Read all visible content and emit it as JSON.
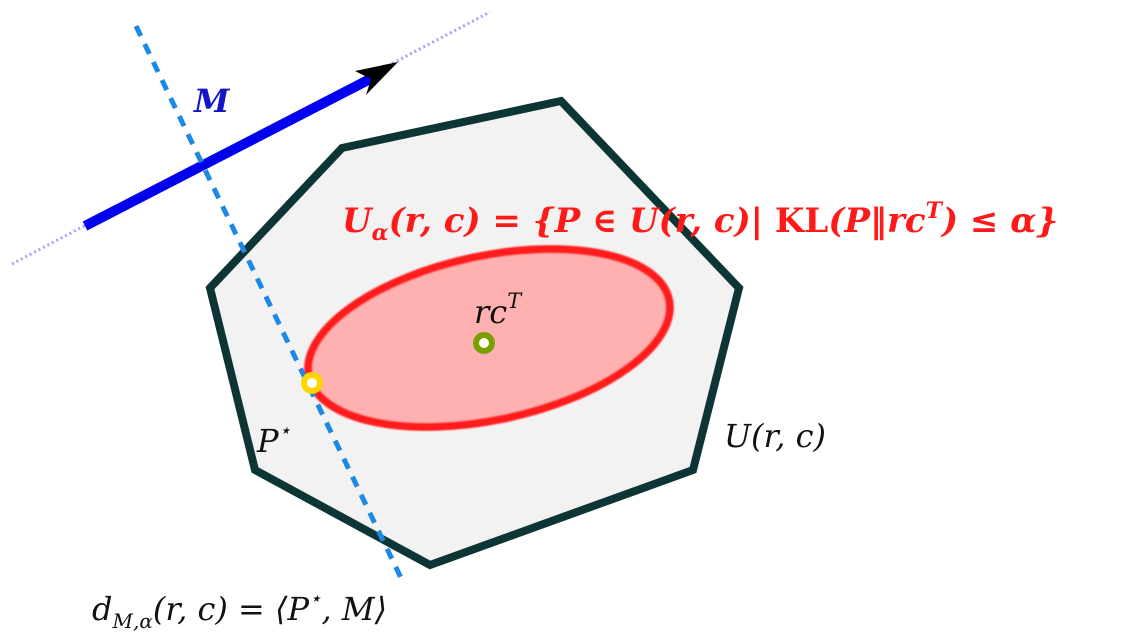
{
  "colors": {
    "polytope_fill": "#f2f2f2",
    "polytope_stroke": "#0d3535",
    "ellipse_fill": "#ffb0b0",
    "ellipse_stroke": "#ff1a1a",
    "arrow": "#0000ee",
    "dashed_line": "#1e88e5",
    "center_point": "#7a9e00",
    "optimal_point": "#ffd400",
    "label_red": "#ff1a1a",
    "label_blue": "#1414c8",
    "label_black": "#111111"
  },
  "labels": {
    "direction": "M",
    "set_definition": "U_α(r, c) = {P ∈ U(r, c)| KL(P‖rc^T) ≤ α}",
    "set_def_main": "U",
    "set_def_sub": "α",
    "set_def_rest1": "(r, c) = {P ∈ U(r, c)| ",
    "set_def_kl": "KL",
    "set_def_rest2": "(P‖rc",
    "set_def_sup": "T",
    "set_def_rest3": ") ≤ α}",
    "center": "rc^T",
    "center_base": "rc",
    "center_sup": "T",
    "optimal_point": "P^⋆",
    "optimal_base": "P",
    "optimal_sup": "⋆",
    "polytope": "U(r, c)",
    "distance": "d_{M,α}(r, c) = ⟨P^⋆, M⟩",
    "distance_base": "d",
    "distance_sub": "M,α",
    "distance_rest1": "(r, c) = ⟨P",
    "distance_sup": "⋆",
    "distance_rest2": ", M⟩"
  }
}
